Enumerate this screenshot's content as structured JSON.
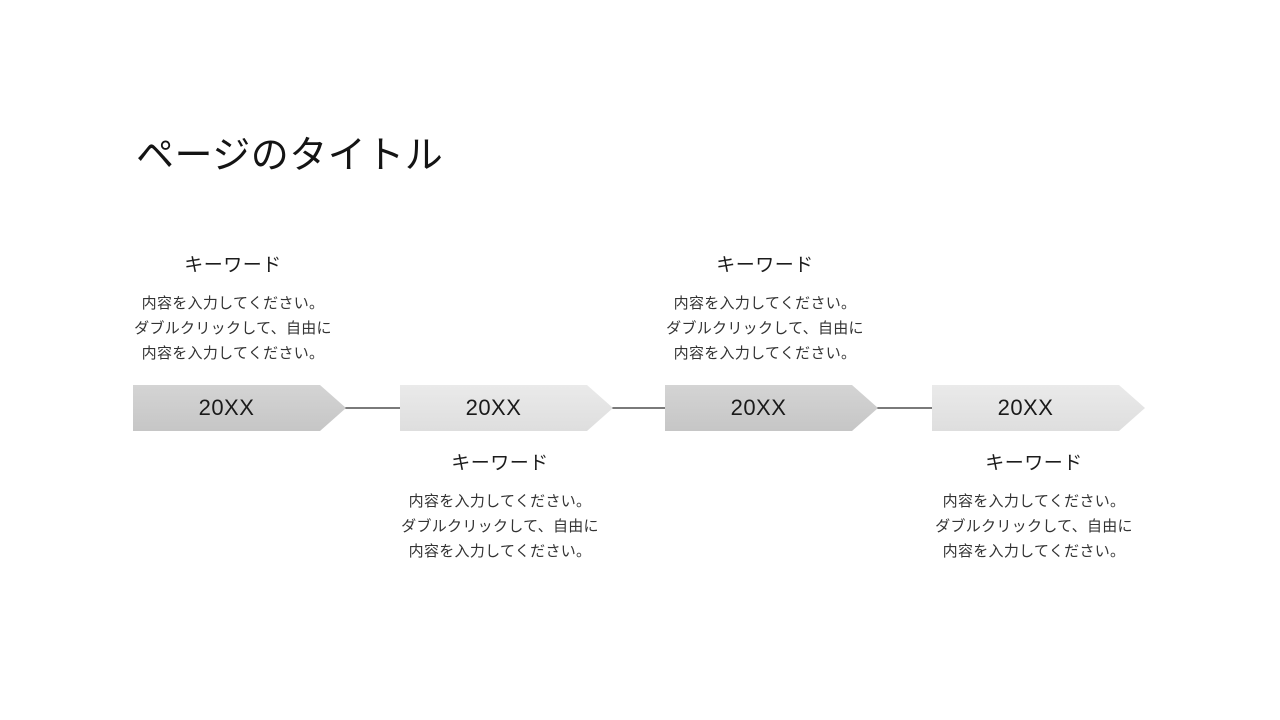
{
  "slide": {
    "title": "ページのタイトル",
    "background_color": "#ffffff"
  },
  "timeline": {
    "connector_color": "#7a7a7a",
    "arrow_colors": {
      "dark": "#c9c9c9",
      "light": "#e3e3e3"
    },
    "year_text_color": "#1a1a1a",
    "milestones": [
      {
        "year": "20XX",
        "variant": "dark",
        "label_position": "above",
        "keyword": "キーワード",
        "lines": [
          "内容を入力してください。",
          "ダブルクリックして、自由に",
          "内容を入力してください。"
        ]
      },
      {
        "year": "20XX",
        "variant": "light",
        "label_position": "below",
        "keyword": "キーワード",
        "lines": [
          "内容を入力してください。",
          "ダブルクリックして、自由に",
          "内容を入力してください。"
        ]
      },
      {
        "year": "20XX",
        "variant": "dark",
        "label_position": "above",
        "keyword": "キーワード",
        "lines": [
          "内容を入力してください。",
          "ダブルクリックして、自由に",
          "内容を入力してください。"
        ]
      },
      {
        "year": "20XX",
        "variant": "light",
        "label_position": "below",
        "keyword": "キーワード",
        "lines": [
          "内容を入力してください。",
          "ダブルクリックして、自由に",
          "内容を入力してください。"
        ]
      }
    ]
  }
}
